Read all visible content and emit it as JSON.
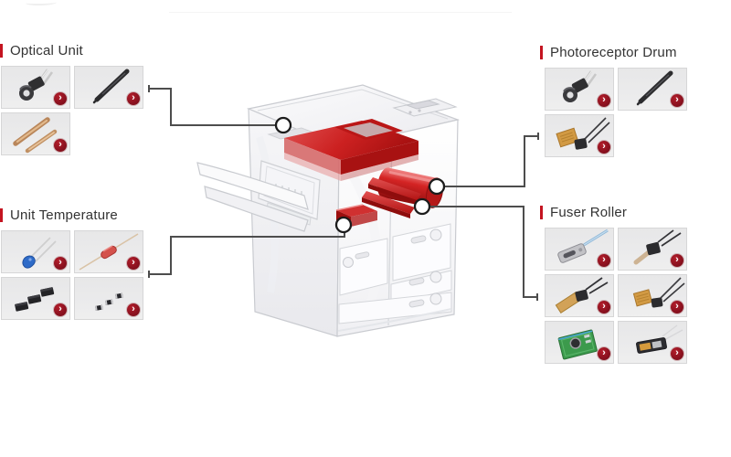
{
  "ui": {
    "more_glyph": "›",
    "accent_color": "#c41420",
    "component_highlight_color": "#c81e1e",
    "connector_line_color": "#4d4d4d"
  },
  "sections": [
    {
      "title": "Optical Unit",
      "products": [
        "ring-lug-thermistor",
        "rod-probe-sensor",
        "copper-tube-probes"
      ]
    },
    {
      "title": "Unit Temperature",
      "products": [
        "bead-thermistor",
        "axial-glass-thermistor",
        "smd-chip-thermistors",
        "small-smd-chip-thermistors"
      ]
    },
    {
      "title": "Photoreceptor Drum",
      "products": [
        "ring-lug-thermistor",
        "rod-probe-sensor",
        "flex-film-sensor"
      ]
    },
    {
      "title": "Fuser Roller",
      "products": [
        "metal-body-sensor-blue-cable",
        "ceramic-stick-sensor",
        "kapton-strip-sensor",
        "flex-pad-sensor",
        "pcb-module-sensor",
        "compact-module-sensor"
      ]
    }
  ]
}
